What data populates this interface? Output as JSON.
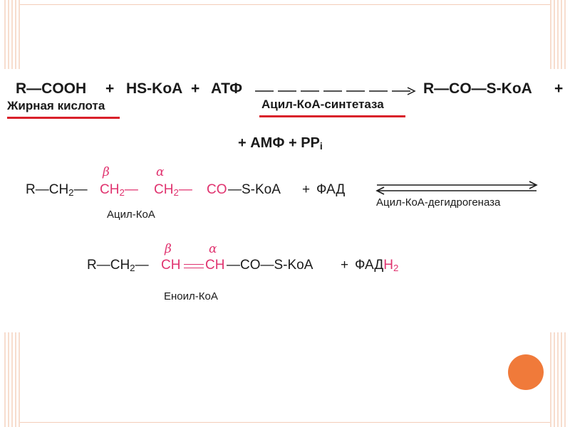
{
  "reaction1": {
    "r_cooh": "R—COOH",
    "plus1": "+",
    "hs_koa": "HS-KoA",
    "plus2": "+",
    "atf": "АТФ",
    "product": "R—CO—S-KoA",
    "plus3": "+",
    "label_fatty_acid": "Жирная кислота",
    "label_enzyme": "Ацил-КоА-синтетаза",
    "line2": "+ АМФ + PP"
  },
  "reaction2": {
    "r_ch2": "R—CH",
    "sub2": "2",
    "dash1": "—",
    "beta_ch": "CH",
    "beta_sub": "2",
    "dash2": "—",
    "alpha_ch": "CH",
    "alpha_sub": "2",
    "dash3": "—",
    "co": "CO",
    "s_koa": "—S-KoA",
    "plus": "+",
    "fad": "ФАД",
    "beta": "β",
    "alpha": "α",
    "label_substrate": "Ацил-КоА",
    "label_enzyme": "Ацил-КоА-дегидрогеназа"
  },
  "reaction3": {
    "r_ch2": "R—CH",
    "sub2": "2",
    "dash1": "—",
    "beta_ch": "CH",
    "alpha_ch": "CH",
    "co_s_koa": "—CO—S-KoA",
    "plus": "+",
    "fad": "ФАД",
    "fad_h": "H",
    "fad_sub": "2",
    "beta": "β",
    "alpha": "α",
    "label_product": "Еноил-КоА"
  },
  "colors": {
    "accent_pink": "#e0336f",
    "underline_red": "#d9202a",
    "frame_orange": "#f07a3a"
  }
}
